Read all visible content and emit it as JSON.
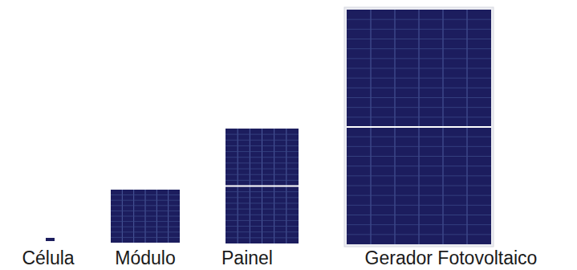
{
  "diagram": {
    "labels": [
      "Célula",
      "Módulo",
      "Painel",
      "Gerador Fotovoltaico"
    ]
  }
}
